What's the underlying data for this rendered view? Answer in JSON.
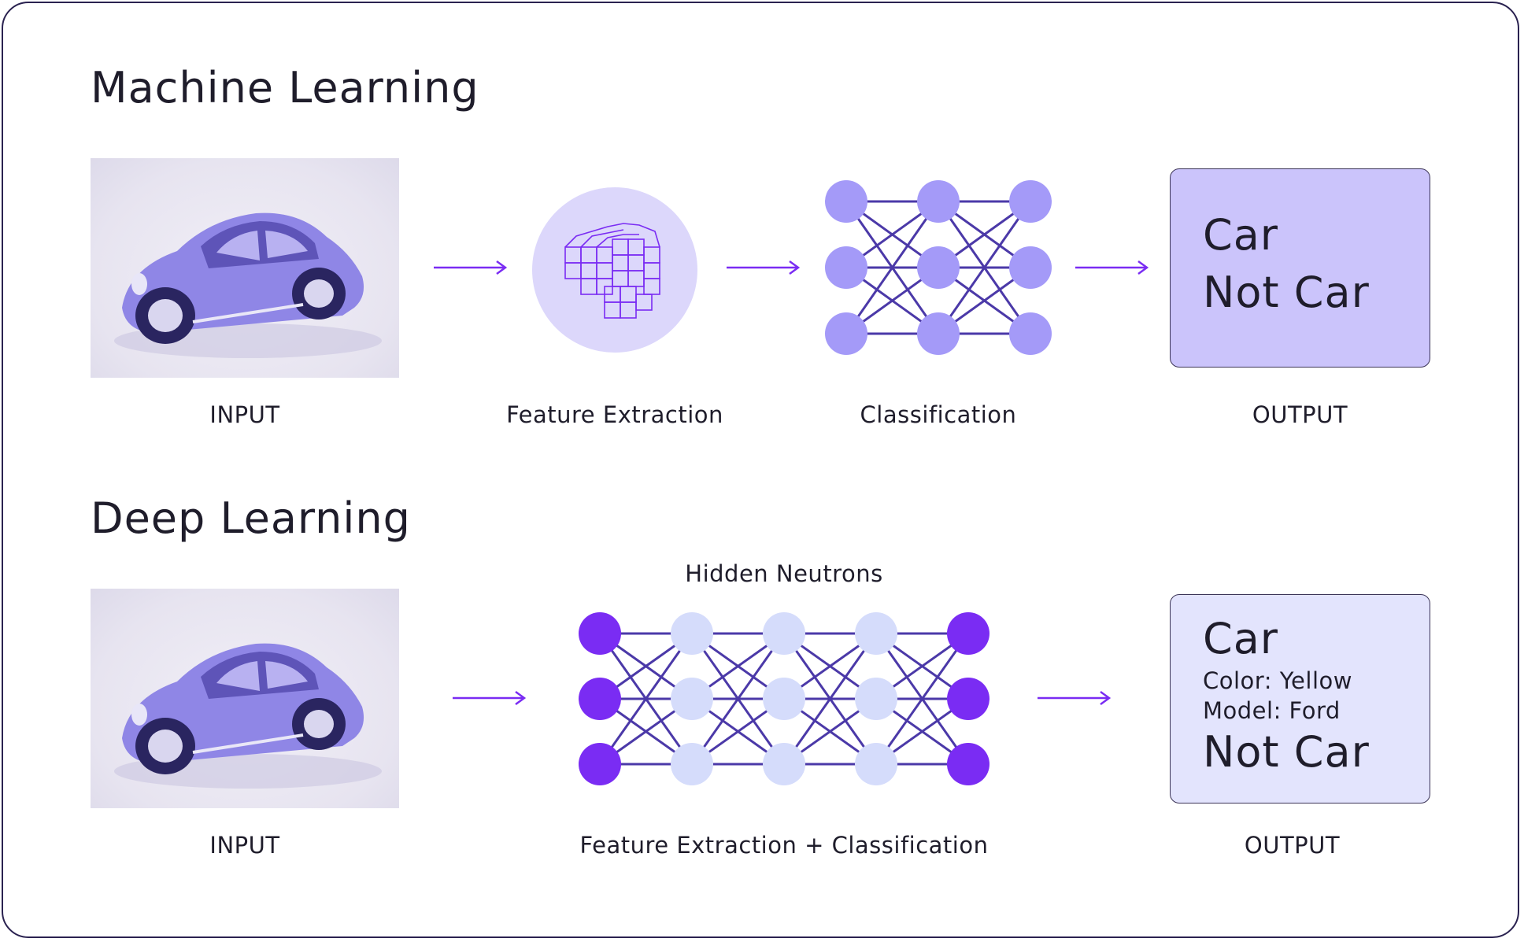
{
  "machine_learning": {
    "title": "Machine Learning",
    "input_label": "INPUT",
    "feature_label": "Feature Extraction",
    "classification_label": "Classification",
    "output_label": "OUTPUT",
    "output": {
      "line1": "Car",
      "line2": "Not Car"
    }
  },
  "deep_learning": {
    "title": "Deep Learning",
    "hidden_label": "Hidden Neutrons",
    "input_label": "INPUT",
    "combined_label": "Feature Extraction + Classification",
    "output_label": "OUTPUT",
    "output": {
      "line1": "Car",
      "detail1": "Color: Yellow",
      "detail2": "Model: Ford",
      "line2": "Not Car"
    }
  },
  "colors": {
    "accent": "#7a2cf3",
    "node_light": "#a49af8",
    "node_pale": "#d5dcfb",
    "edge": "#4b39a8",
    "car": "#8f86e6"
  }
}
